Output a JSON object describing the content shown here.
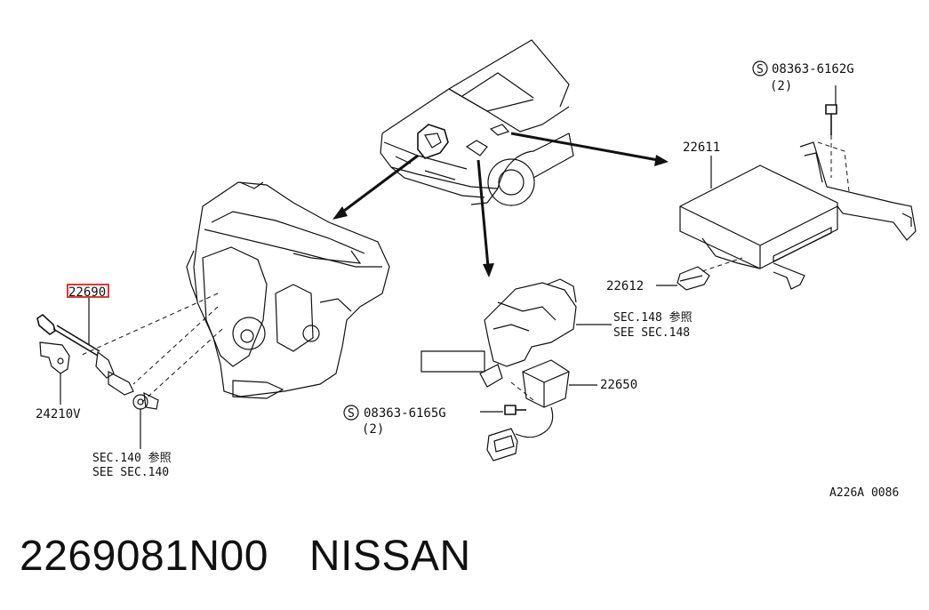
{
  "diagram": {
    "labels": {
      "part_22690": "22690",
      "part_24210v": "24210V",
      "sec140_a": "SEC.140  参照",
      "sec140_b": "SEE SEC.140",
      "bolt_top": "08363-6162G",
      "bolt_top_qty": "(2)",
      "part_22611": "22611",
      "part_22612": "22612",
      "sec148_a": "SEC.148  参照",
      "sec148_b": "SEE SEC.148",
      "part_22650": "22650",
      "bolt_bottom": "08363-6165G",
      "bolt_bottom_qty": "(2)",
      "figure_code": "A226A 0086",
      "bolt_symbol": "S"
    },
    "highlight_color": "#e0201b"
  },
  "caption": {
    "part_number": "2269081N00",
    "brand": "NISSAN"
  }
}
